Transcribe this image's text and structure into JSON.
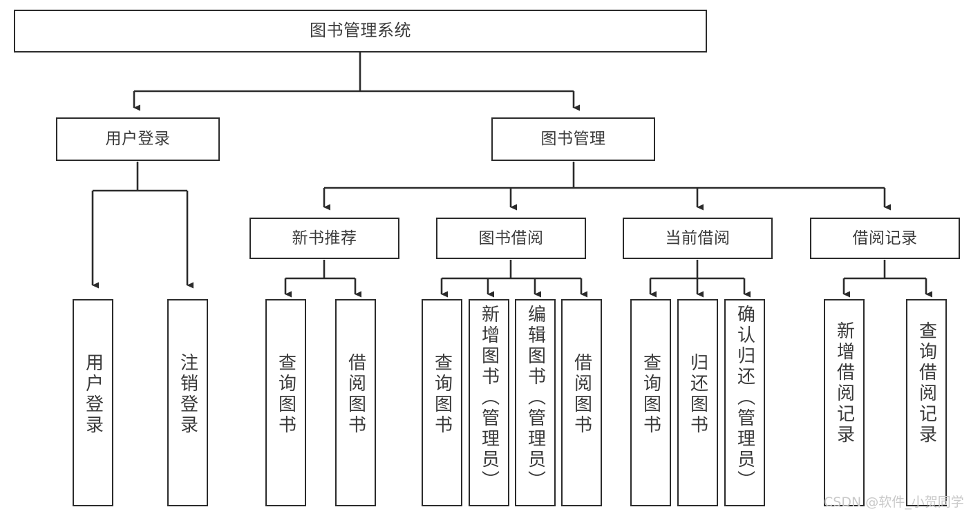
{
  "diagram": {
    "type": "tree-hierarchy",
    "title": "图书管理系统",
    "orientation": "top-down",
    "edge_color": "#2b2b2b",
    "box_border_color": "#2b2b2b",
    "box_fill_color": "#ffffff",
    "text_color": "#3a3a3a"
  },
  "nodes": {
    "root": {
      "label": "图书管理系统"
    },
    "level2": [
      {
        "id": "user-login",
        "label": "用户登录"
      },
      {
        "id": "book-management",
        "label": "图书管理"
      }
    ],
    "level3": [
      {
        "id": "new-book-recommend",
        "label": "新书推荐"
      },
      {
        "id": "book-borrow",
        "label": "图书借阅"
      },
      {
        "id": "current-borrow",
        "label": "当前借阅"
      },
      {
        "id": "borrow-record",
        "label": "借阅记录"
      }
    ],
    "leaves": {
      "user_login": [
        {
          "id": "leaf-user-login",
          "label": "用户登录"
        },
        {
          "id": "leaf-logout-login",
          "label": "注销登录"
        }
      ],
      "new_book_recommend": [
        {
          "id": "leaf-query-book-1",
          "label": "查询图书"
        },
        {
          "id": "leaf-borrow-book-1",
          "label": "借阅图书"
        }
      ],
      "book_borrow": [
        {
          "id": "leaf-query-book-2",
          "label": "查询图书"
        },
        {
          "id": "leaf-add-book",
          "label": "新增图书（管理员）"
        },
        {
          "id": "leaf-edit-book",
          "label": "编辑图书（管理员）"
        },
        {
          "id": "leaf-borrow-book-2",
          "label": "借阅图书"
        }
      ],
      "current_borrow": [
        {
          "id": "leaf-query-book-3",
          "label": "查询图书"
        },
        {
          "id": "leaf-return-book",
          "label": "归还图书"
        },
        {
          "id": "leaf-confirm-return",
          "label": "确认归还（管理员）"
        }
      ],
      "borrow_record": [
        {
          "id": "leaf-add-record",
          "label": "新增借阅记录"
        },
        {
          "id": "leaf-query-record",
          "label": "查询借阅记录"
        }
      ]
    }
  },
  "watermark": {
    "text": "CSDN @软件_小贺同学"
  }
}
